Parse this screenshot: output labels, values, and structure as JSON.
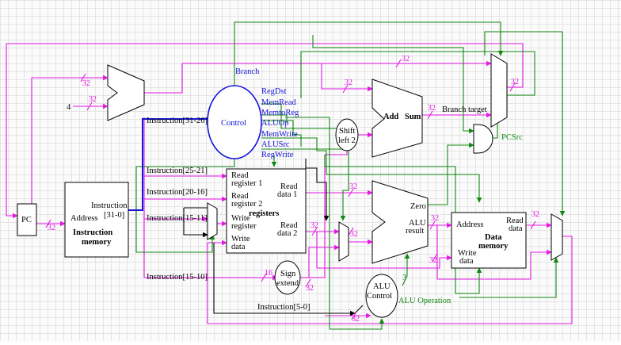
{
  "blocks": {
    "pc": "PC",
    "imem_address": "Address",
    "imem_instr_1": "Instruction",
    "imem_instr_2": "[31-0]",
    "imem_title_1": "Instruction",
    "imem_title_2": "memory",
    "reg_read1_1": "Read",
    "reg_read1_2": "register 1",
    "reg_read2_1": "Read",
    "reg_read2_2": "register 2",
    "reg_write_1": "Write",
    "reg_write_2": "register",
    "reg_wdata_1": "Write",
    "reg_wdata_2": "data",
    "reg_title": "registers",
    "reg_rdata1_1": "Read",
    "reg_rdata1_2": "data 1",
    "reg_rdata2_1": "Read",
    "reg_rdata2_2": "data 2",
    "control": "Control",
    "shift_1": "Shift",
    "shift_2": "left 2",
    "add": "Add",
    "sum": "Sum",
    "branch_target": "Branch target",
    "sign_1": "Sign",
    "sign_2": "extend",
    "alu_zero": "Zero",
    "alu_result_1": "ALU",
    "alu_result_2": "result",
    "aluctl_1": "ALU",
    "aluctl_2": "Control",
    "alu_operation": "ALU Operation",
    "dmem_address": "Address",
    "dmem_read_1": "Read",
    "dmem_read_2": "data",
    "dmem_title_1": "Data",
    "dmem_title_2": "memory",
    "dmem_write_1": "Write",
    "dmem_write_2": "data",
    "pcsrc": "PCSrc",
    "four": "4"
  },
  "control_signals": [
    "Branch",
    "RegDst",
    "MemRead",
    "MemtoReg",
    "ALUOp",
    "MemWrite",
    "ALUSrc",
    "RegWrite"
  ],
  "instruction_fields": {
    "f31_26": "Instruction[31-26]",
    "f25_21": "Instruction[25-21]",
    "f20_16": "Instruction[20-16]",
    "f15_11": "Instruction[15-11]",
    "f15_10": "Instruction[15-10]",
    "f5_0": "Instruction[5-0]"
  },
  "bus_widths": {
    "w32": "32",
    "w16": "16",
    "w3": "3"
  },
  "colors": {
    "data_bus": "#e616e6",
    "control_line": "#118811",
    "control_text": "#1414d8",
    "wire": "#000000"
  }
}
